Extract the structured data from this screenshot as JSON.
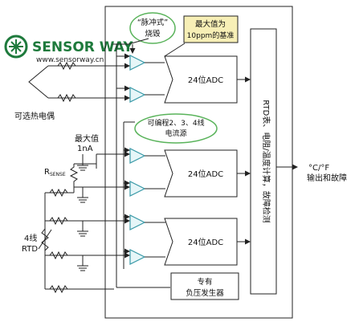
{
  "logo": {
    "brand": "SENSOR WAY",
    "url": "www.sensorway.cn"
  },
  "labels": {
    "pulse_burnout_l1": "“脉冲式”",
    "pulse_burnout_l2": "烧毁",
    "max_ref_l1": "最大值为",
    "max_ref_l2": "10ppm的基准",
    "thermocouple": "可选热电偶",
    "current_source_l1": "可编程2、3、4线",
    "current_source_l2": "电流源",
    "max_current_l1": "最大值",
    "max_current_l2": "1nA",
    "rsense_main": "R",
    "rsense_sub": "SENSE",
    "rtd_l1": "4线",
    "rtd_l2": "RTD",
    "adc1": "24位ADC",
    "adc2": "24位ADC",
    "adc3": "24位ADC",
    "processor": "RTD表、电阻/温度计算，故障检测",
    "output_l1": "°C/°F",
    "output_l2": "输出和故障",
    "neg_gen_l1": "专有",
    "neg_gen_l2": "负压发生器"
  },
  "colors": {
    "line": "#222222",
    "amp_fill": "#e6f6f8",
    "amp_stroke": "#3a9aa8",
    "bubble_stroke": "#59b35a",
    "ref_box_fill": "#f7efb6",
    "logo_green": "#1e7a3c",
    "logo_url": "#222222"
  }
}
